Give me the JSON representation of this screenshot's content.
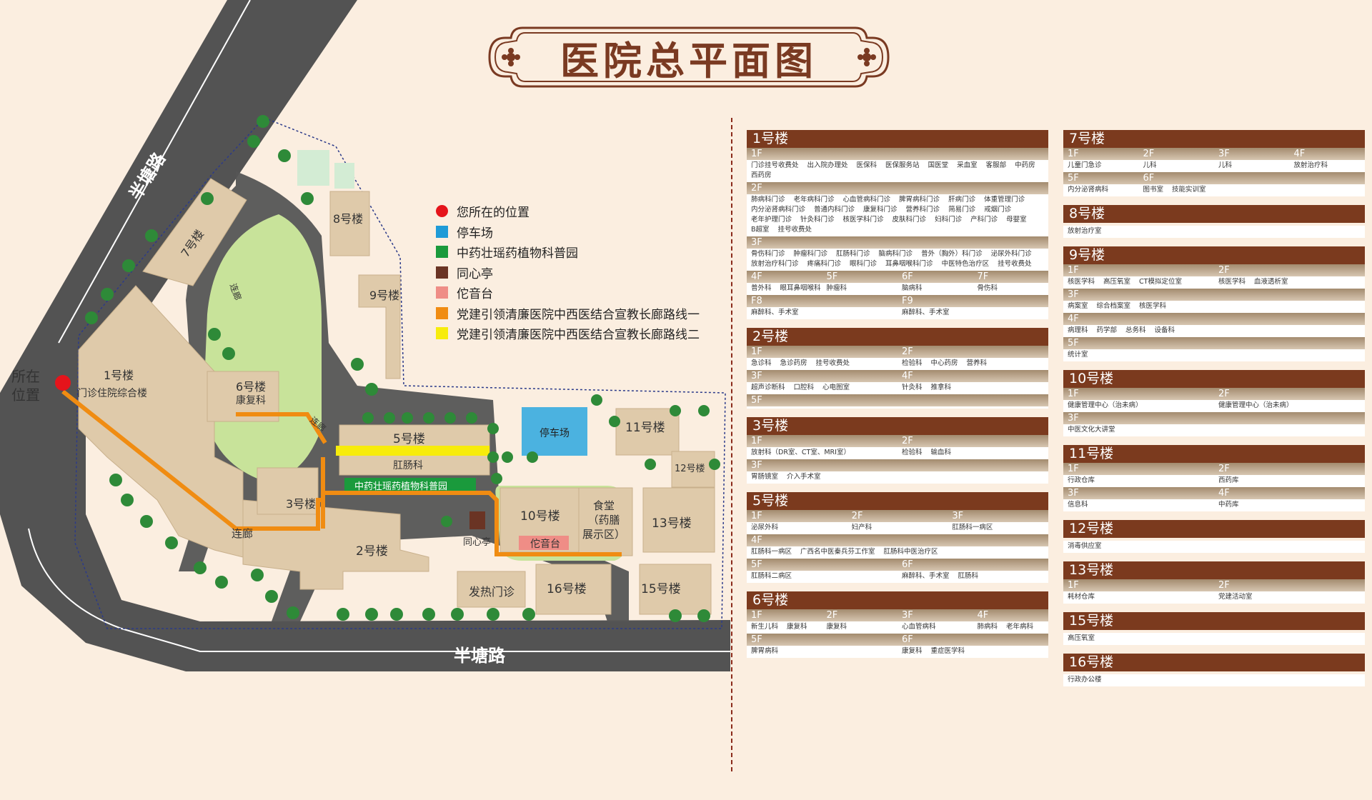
{
  "title": "医院总平面图",
  "legend": [
    {
      "label": "您所在的位置",
      "color": "#e5141b",
      "shape": "dot"
    },
    {
      "label": "停车场",
      "color": "#1f9bd7",
      "shape": "square"
    },
    {
      "label": "中药壮瑶药植物科普园",
      "color": "#1a9a3c",
      "shape": "square"
    },
    {
      "label": "同心亭",
      "color": "#6a3424",
      "shape": "square"
    },
    {
      "label": "佗音台",
      "color": "#ef8d86",
      "shape": "square"
    },
    {
      "label": "党建引领清廉医院中西医结合宣教长廊路线一",
      "color": "#f08c12",
      "shape": "square"
    },
    {
      "label": "党建引领清廉医院中西医结合宣教长廊路线二",
      "color": "#f7ec0c",
      "shape": "square"
    }
  ],
  "map_labels": {
    "road_top": "半塘路",
    "road_bottom": "半塘路",
    "location": "所在\n位置",
    "b1": "1号楼",
    "b1_sub": "门诊住院综合楼",
    "b2": "2号楼",
    "b3": "3号楼",
    "b5": "5号楼",
    "b5_sub": "肛肠科",
    "b6": "6号楼",
    "b6_sub": "康复科",
    "b7": "7号楼",
    "b8": "8号楼",
    "b9": "9号楼",
    "b10": "10号楼",
    "b11": "11号楼",
    "b12": "12号楼",
    "b13": "13号楼",
    "b15": "15号楼",
    "b16": "16号楼",
    "fever": "发热门诊",
    "canteen": "食堂\n（药膳\n展示区）",
    "parking": "停车场",
    "garden": "中药壮瑶药植物科普园",
    "pavilion": "同心亭",
    "stage": "佗音台",
    "corridor1": "连廊",
    "corridor2": "连廊",
    "corridor3": "连廊"
  },
  "directory_left": [
    {
      "name": "1号楼",
      "blocks": [
        {
          "floors": [
            "1F"
          ],
          "rows": [
            [
              "门诊挂号收费处",
              "出入院办理处",
              "医保科",
              "医保服务站",
              "国医堂",
              "采血室",
              "客服部",
              "中药房",
              "西药房"
            ]
          ]
        },
        {
          "floors": [
            "2F"
          ],
          "rows": [
            [
              "肺病科门诊",
              "老年病科门诊",
              "心血管病科门诊",
              "脾胃病科门诊",
              "肝病门诊",
              "体重管理门诊",
              "内分泌肾病科门诊",
              "普通内科门诊",
              "康复科门诊",
              "营养科门诊",
              "简易门诊",
              "戒烟门诊",
              "老年护理门诊",
              "针灸科门诊",
              "核医学科门诊",
              "皮肤科门诊",
              "妇科门诊",
              "产科门诊",
              "母婴室",
              "B超室",
              "挂号收费处"
            ]
          ]
        },
        {
          "floors": [
            "3F"
          ],
          "rows": [
            [
              "骨伤科门诊",
              "肿瘤科门诊",
              "肛肠科门诊",
              "脑病科门诊",
              "普外（胸外）科门诊",
              "泌尿外科门诊",
              "放射治疗科门诊",
              "疼痛科门诊",
              "眼科门诊",
              "耳鼻咽喉科门诊",
              "中医特色治疗区",
              "挂号收费处"
            ]
          ]
        },
        {
          "floors": [
            "4F",
            "5F",
            "6F",
            "7F"
          ],
          "rows": [
            [
              "普外科",
              "眼耳鼻咽喉科"
            ],
            [
              "肿瘤科"
            ],
            [
              "脑病科"
            ],
            [
              "骨伤科"
            ]
          ]
        },
        {
          "floors": [
            "F8",
            "F9"
          ],
          "rows": [
            [
              "麻醉科、手术室"
            ],
            [
              "麻醉科、手术室"
            ]
          ]
        }
      ]
    },
    {
      "name": "2号楼",
      "blocks": [
        {
          "floors": [
            "1F",
            "2F"
          ],
          "rows": [
            [
              "急诊科",
              "急诊药房",
              "挂号收费处"
            ],
            [
              "检验科",
              "中心药房",
              "营养科"
            ]
          ]
        },
        {
          "floors": [
            "3F",
            "4F"
          ],
          "rows": [
            [
              "超声诊断科",
              "口腔科",
              "心电图室"
            ],
            [
              "针灸科",
              "推拿科"
            ]
          ]
        },
        {
          "floors": [
            "5F"
          ],
          "rows": [
            []
          ]
        }
      ]
    },
    {
      "name": "3号楼",
      "blocks": [
        {
          "floors": [
            "1F",
            "2F"
          ],
          "rows": [
            [
              "放射科（DR室、CT室、MRI室）"
            ],
            [
              "检验科",
              "输血科"
            ]
          ]
        },
        {
          "floors": [
            "3F"
          ],
          "rows": [
            [
              "胃肠镜室",
              "介入手术室"
            ]
          ]
        }
      ]
    },
    {
      "name": "5号楼",
      "blocks": [
        {
          "floors": [
            "1F",
            "2F",
            "3F"
          ],
          "rows": [
            [
              "泌尿外科"
            ],
            [
              "妇产科"
            ],
            [
              "肛肠科一病区"
            ]
          ]
        },
        {
          "floors": [
            "4F"
          ],
          "rows": [
            [
              "肛肠科一病区",
              "广西名中医秦兵芬工作室",
              "肛肠科中医治疗区"
            ]
          ]
        },
        {
          "floors": [
            "5F",
            "6F"
          ],
          "rows": [
            [
              "肛肠科二病区"
            ],
            [
              "麻醉科、手术室",
              "肛肠科"
            ]
          ]
        }
      ]
    },
    {
      "name": "6号楼",
      "blocks": [
        {
          "floors": [
            "1F",
            "2F",
            "3F",
            "4F"
          ],
          "rows": [
            [
              "新生儿科",
              "康复科"
            ],
            [
              "康复科"
            ],
            [
              "心血管病科"
            ],
            [
              "肺病科",
              "老年病科"
            ]
          ]
        },
        {
          "floors": [
            "5F",
            "6F"
          ],
          "rows": [
            [
              "脾胃病科"
            ],
            [
              "康复科",
              "重症医学科"
            ]
          ]
        }
      ]
    }
  ],
  "directory_right": [
    {
      "name": "7号楼",
      "blocks": [
        {
          "floors": [
            "1F",
            "2F",
            "3F",
            "4F"
          ],
          "rows": [
            [
              "儿童门急诊"
            ],
            [
              "儿科"
            ],
            [
              "儿科"
            ],
            [
              "放射治疗科"
            ]
          ]
        },
        {
          "floors": [
            "5F",
            "6F",
            "",
            ""
          ],
          "rows": [
            [
              "内分泌肾病科"
            ],
            [
              "图书室",
              "技能实训室"
            ],
            [],
            []
          ]
        }
      ]
    },
    {
      "name": "8号楼",
      "blocks": [
        {
          "floors": [],
          "rows": [
            [
              "放射治疗室"
            ]
          ]
        }
      ]
    },
    {
      "name": "9号楼",
      "blocks": [
        {
          "floors": [
            "1F",
            "2F"
          ],
          "rows": [
            [
              "核医学科",
              "高压氧室",
              "CT模拟定位室"
            ],
            [
              "核医学科",
              "血液透析室"
            ]
          ]
        },
        {
          "floors": [
            "3F"
          ],
          "rows": [
            [
              "病案室",
              "综合档案室",
              "核医学科"
            ]
          ]
        },
        {
          "floors": [
            "4F"
          ],
          "rows": [
            [
              "病理科",
              "药学部",
              "总务科",
              "设备科"
            ]
          ]
        },
        {
          "floors": [
            "5F"
          ],
          "rows": [
            [
              "统计室"
            ]
          ]
        }
      ]
    },
    {
      "name": "10号楼",
      "blocks": [
        {
          "floors": [
            "1F",
            "2F"
          ],
          "rows": [
            [
              "健康管理中心（治未病）"
            ],
            [
              "健康管理中心（治未病）"
            ]
          ]
        },
        {
          "floors": [
            "3F"
          ],
          "rows": [
            [
              "中医文化大讲堂"
            ]
          ]
        }
      ]
    },
    {
      "name": "11号楼",
      "blocks": [
        {
          "floors": [
            "1F",
            "2F"
          ],
          "rows": [
            [
              "行政仓库"
            ],
            [
              "西药库"
            ]
          ]
        },
        {
          "floors": [
            "3F",
            "4F"
          ],
          "rows": [
            [
              "信息科"
            ],
            [
              "中药库"
            ]
          ]
        }
      ]
    },
    {
      "name": "12号楼",
      "blocks": [
        {
          "floors": [],
          "rows": [
            [
              "消毒供应室"
            ]
          ]
        }
      ]
    },
    {
      "name": "13号楼",
      "blocks": [
        {
          "floors": [
            "1F",
            "2F"
          ],
          "rows": [
            [
              "耗材仓库"
            ],
            [
              "党建活动室"
            ]
          ]
        }
      ]
    },
    {
      "name": "15号楼",
      "blocks": [
        {
          "floors": [],
          "rows": [
            [
              "高压氧室"
            ]
          ]
        }
      ]
    },
    {
      "name": "16号楼",
      "blocks": [
        {
          "floors": [],
          "rows": [
            [
              "行政办公楼"
            ]
          ]
        }
      ]
    }
  ]
}
